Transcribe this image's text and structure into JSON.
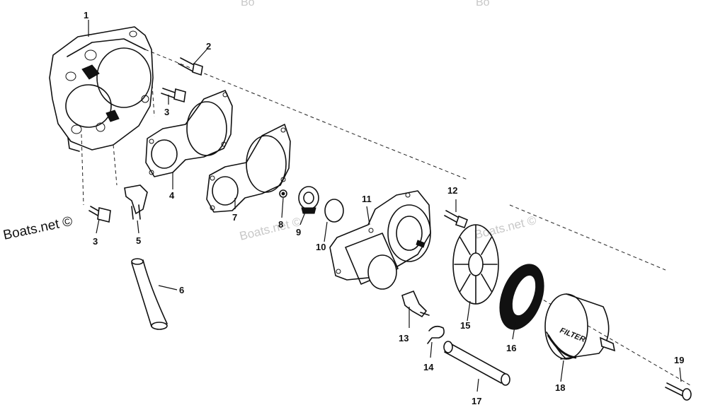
{
  "watermarks": {
    "left": "Boats.net ©",
    "middle": "Boats.net ©",
    "right": "Boats.net ©",
    "top_a": "Bo",
    "top_b": "Bo"
  },
  "part_labels": {
    "p1": "1",
    "p2": "2",
    "p3a": "3",
    "p3b": "3",
    "p4": "4",
    "p5": "5",
    "p6": "6",
    "p7": "7",
    "p8": "8",
    "p9": "9",
    "p10": "10",
    "p11": "11",
    "p12": "12",
    "p13": "13",
    "p14": "14",
    "p15": "15",
    "p16": "16",
    "p17": "17",
    "p18": "18",
    "p19": "19"
  },
  "filter_text": "FILTER"
}
